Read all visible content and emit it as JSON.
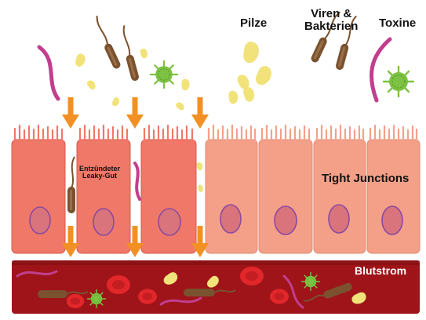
{
  "labels": {
    "pilze": "Pilze",
    "viren_line1": "Viren &",
    "viren_line2": "Bakterien",
    "toxine": "Toxine",
    "tight_junctions": "Tight Junctions",
    "blutstrom": "Blutstrom",
    "leaky_line1": "Entzündeter",
    "leaky_line2": "Leaky-Gut"
  },
  "colors": {
    "inflamed_cell": "#f07868",
    "healthy_cell": "#f4a089",
    "nucleus": "#d9747c",
    "nucleus_border": "#8a4aa0",
    "blood": "#9e1419",
    "blood_cell": "#e2272b",
    "arrow": "#f39023",
    "fungus": "#f1e27a",
    "bacterium": "#7a5230",
    "virus": "#7dc242",
    "toxin": "#c23e8e"
  },
  "icons": [
    "fungus-icon",
    "bacterium-icon",
    "virus-icon",
    "toxin-icon",
    "red-blood-cell-icon",
    "arrow-down-icon"
  ]
}
